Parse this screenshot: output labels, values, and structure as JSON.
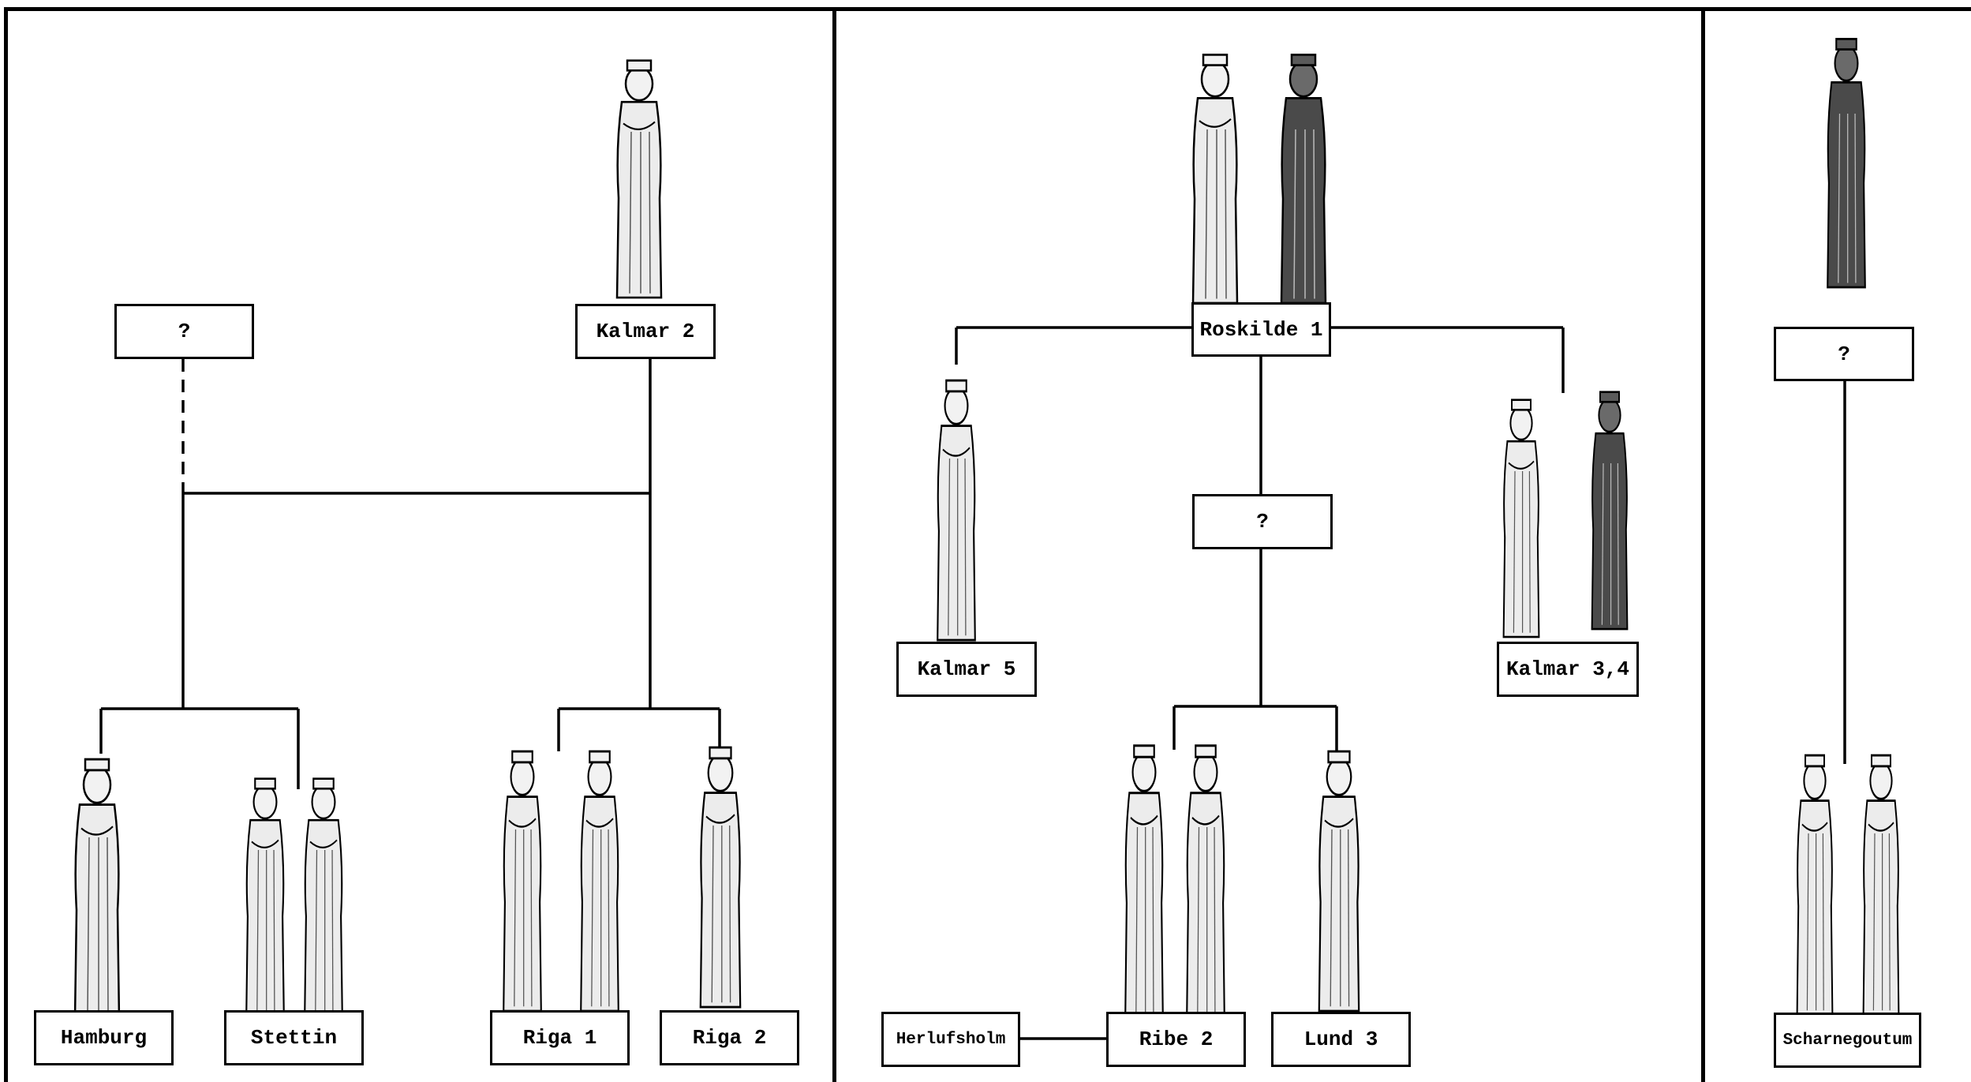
{
  "panels": {
    "left": {
      "boxes": {
        "unknown_top": "?",
        "kalmar2": "Kalmar 2",
        "hamburg": "Hamburg",
        "stettin": "Stettin",
        "riga1": "Riga 1",
        "riga2": "Riga 2"
      }
    },
    "middle": {
      "boxes": {
        "roskilde1": "Roskilde 1",
        "kalmar5": "Kalmar 5",
        "unknown_mid": "?",
        "kalmar34": "Kalmar 3,4",
        "herlufsholm": "Herlufsholm",
        "ribe2": "Ribe 2",
        "lund3": "Lund 3"
      }
    },
    "right": {
      "boxes": {
        "unknown_right": "?",
        "scharnegoutum": "Scharnegoutum"
      }
    }
  },
  "colors": {
    "line": "#000000",
    "figure_fill": "#e8e8e8",
    "figure_dark": "#3a3a3a",
    "background": "#ffffff"
  }
}
